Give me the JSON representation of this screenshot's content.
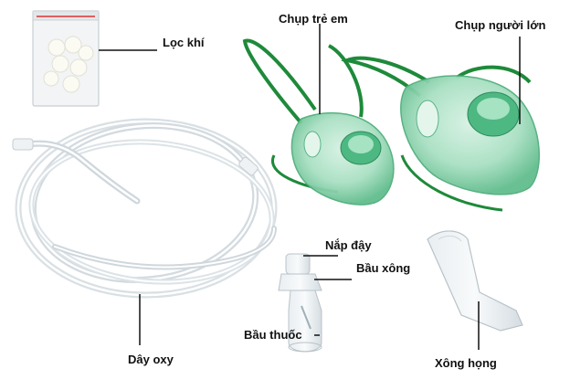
{
  "labels": {
    "filter": "Lọc khí",
    "child_mask": "Chụp trẻ em",
    "adult_mask": "Chụp người lớn",
    "cap": "Nắp đậy",
    "nebulizer_bowl": "Bầu xông",
    "medicine_cup": "Bầu thuốc",
    "oxygen_tube": "Dây oxy",
    "mouthpiece": "Xông họng"
  },
  "colors": {
    "mask_green": "#7fd0a8",
    "strap_green": "#1e8a3a",
    "tube_clear": "#dfe6ea",
    "text": "#111111"
  }
}
